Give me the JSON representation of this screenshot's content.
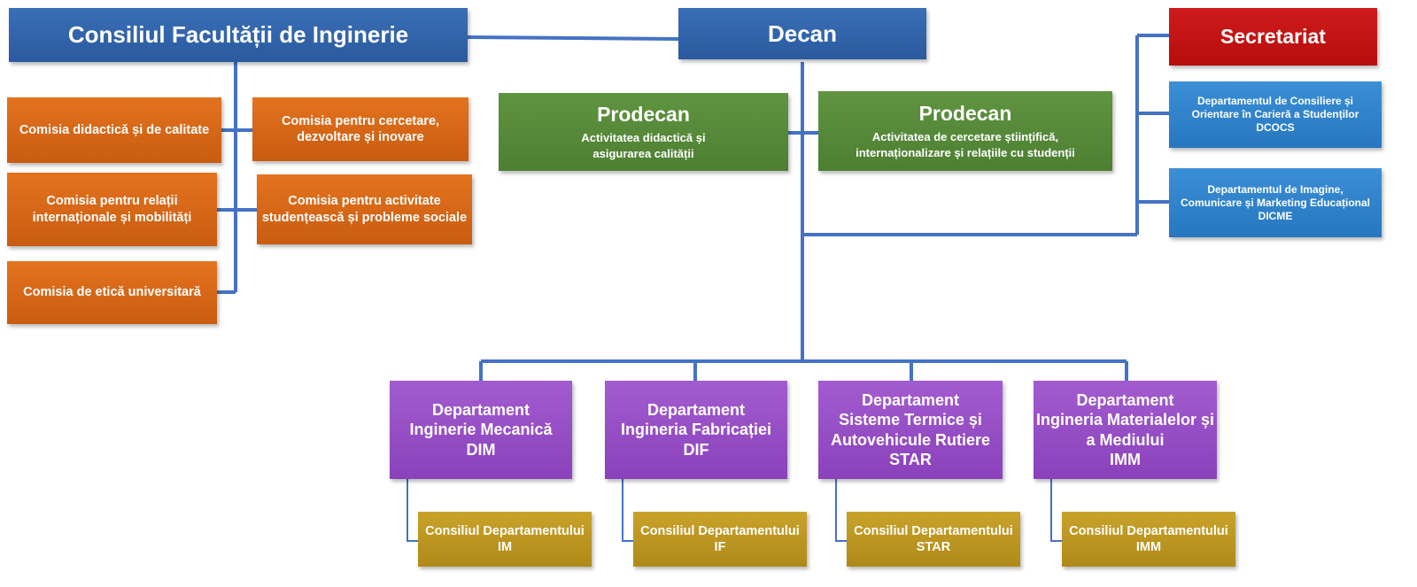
{
  "top": {
    "council": "Consiliul Facultății de Inginerie",
    "dean": "Decan",
    "secretariat": "Secretariat"
  },
  "prodeans": [
    {
      "title": "Prodecan",
      "line1": "Activitatea didactică și",
      "line2": "asigurarea calității"
    },
    {
      "title": "Prodecan",
      "line1": "Activitatea de cercetare științifică,",
      "line2": "internaționalizare și relațiile cu studenții"
    }
  ],
  "commissions": [
    {
      "line1": "Comisia didactică și de calitate"
    },
    {
      "line1": "Comisia pentru cercetare,",
      "line2": "dezvoltare și inovare"
    },
    {
      "line1": "Comisia pentru relații",
      "line2": "internaționale și mobilități"
    },
    {
      "line1": "Comisia pentru activitate",
      "line2": "studențească și probleme sociale"
    },
    {
      "line1": "Comisia de etică universitară"
    }
  ],
  "services": [
    {
      "line1": "Departamentul de Consiliere și",
      "line2": "Orientare în Carieră a Studenților",
      "line3": "DCOCS"
    },
    {
      "line1": "Departamentul de Imagine,",
      "line2": "Comunicare și Marketing Educațional",
      "line3": "DICME"
    }
  ],
  "departments": [
    {
      "line1": "Departament",
      "line2": "Inginerie Mecanică",
      "line3": "DIM"
    },
    {
      "line1": "Departament",
      "line2": "Ingineria Fabricației",
      "line3": "DIF"
    },
    {
      "line1": "Departament",
      "line2": "Sisteme Termice și",
      "line3": "Autovehicule Rutiere",
      "line4": "STAR"
    },
    {
      "line1": "Departament",
      "line2": "Ingineria Materialelor și",
      "line3": "a Mediului",
      "line4": "IMM"
    }
  ],
  "dept_councils": [
    {
      "line1": "Consiliul Departamentului",
      "line2": "IM"
    },
    {
      "line1": "Consiliul Departamentului",
      "line2": "IF"
    },
    {
      "line1": "Consiliul Departamentului",
      "line2": "STAR"
    },
    {
      "line1": "Consiliul Departamentului",
      "line2": "IMM"
    }
  ],
  "colors": {
    "connector": "#4472c4",
    "top_blue": "#2e5fa7",
    "secretariat_red": "#c00000",
    "prodean_green": "#548235",
    "commission_orange": "#d2631a",
    "service_blue": "#2e7ec6",
    "department_purple": "#9950c7",
    "council_gold": "#bf9620"
  }
}
